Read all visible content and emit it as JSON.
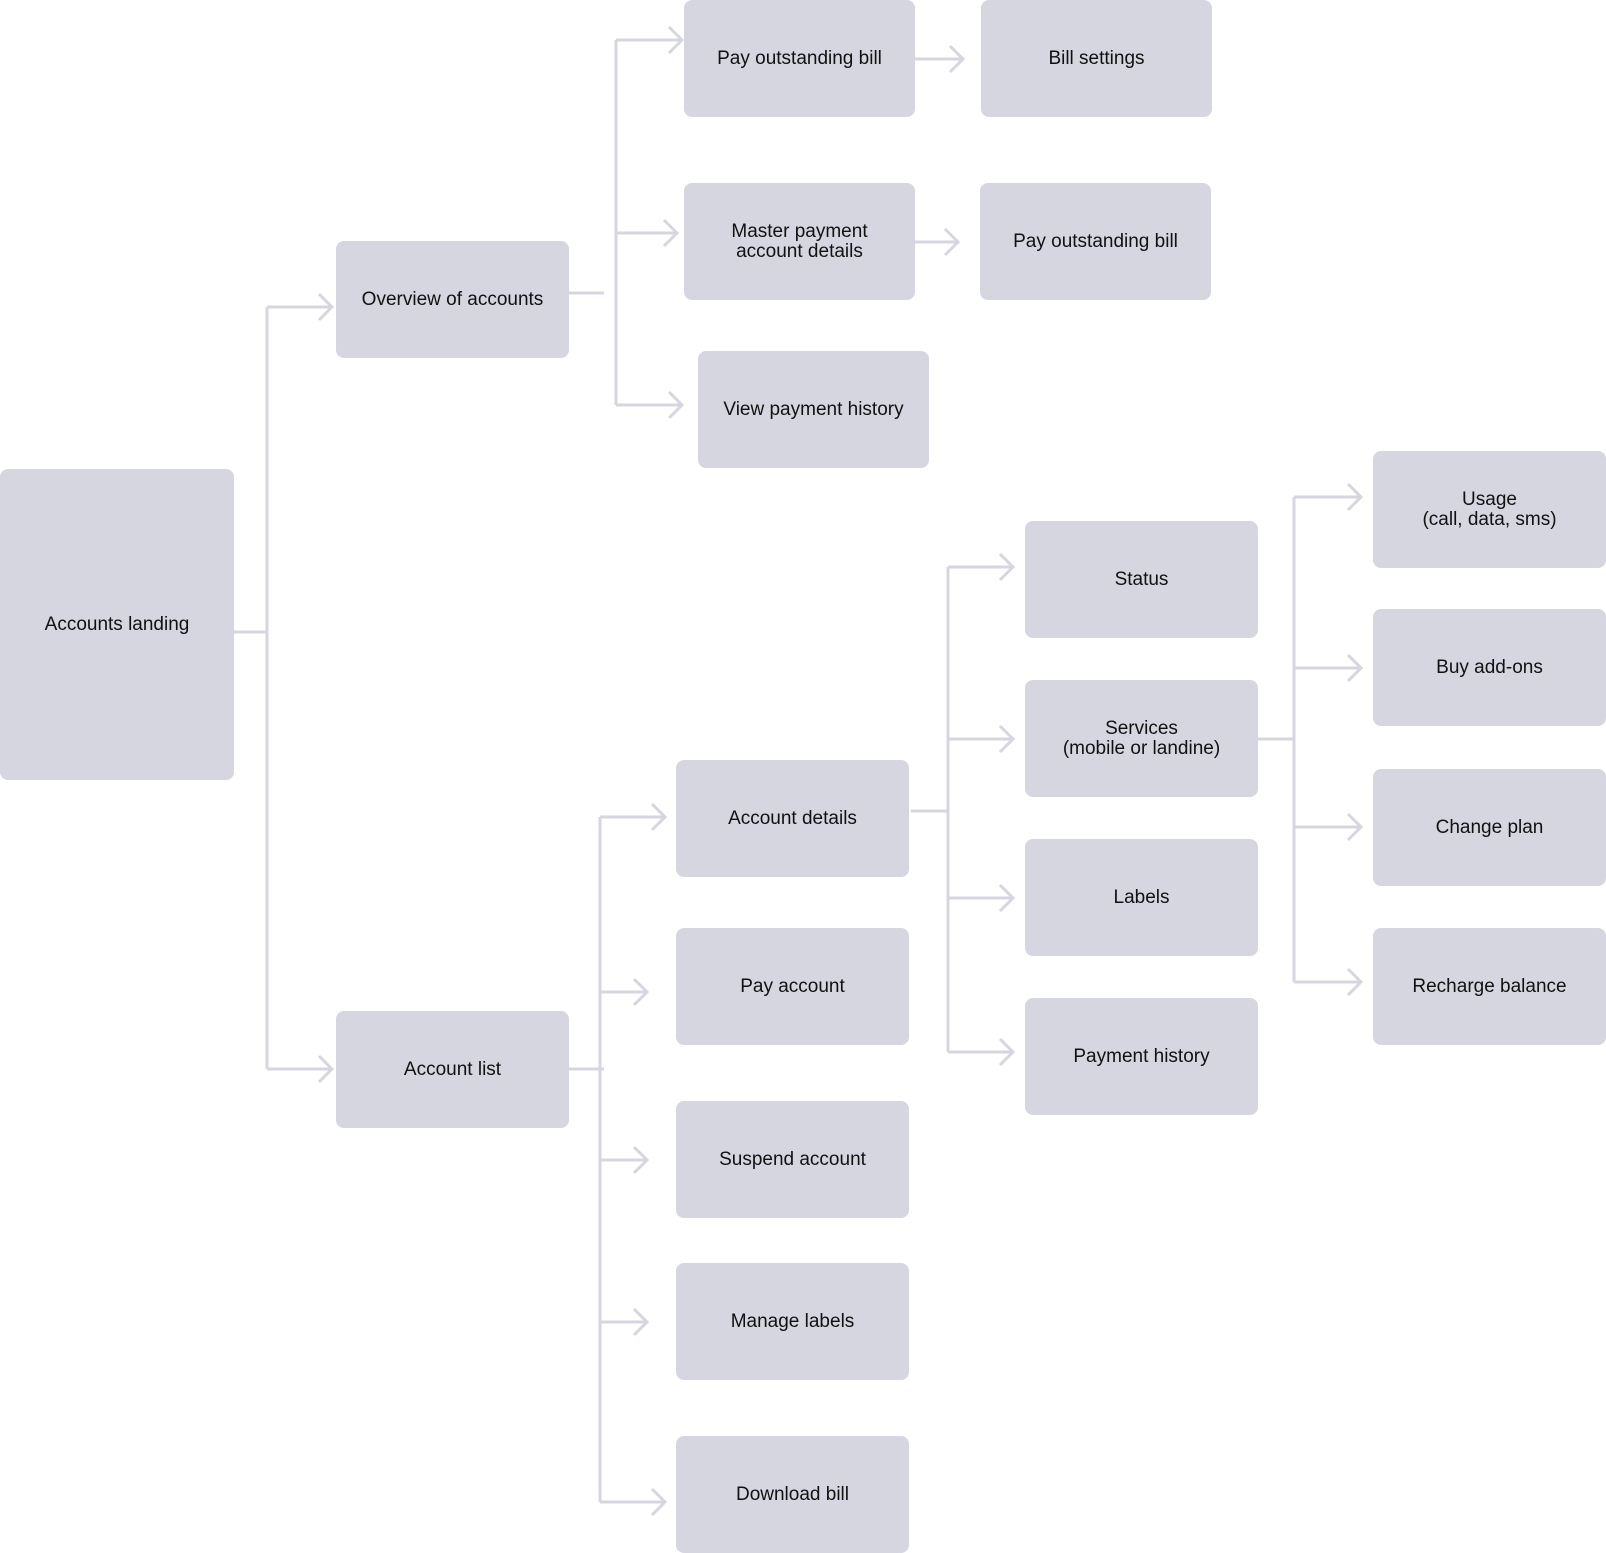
{
  "nodes": {
    "accounts_landing": "Accounts landing",
    "overview_of_accounts": "Overview of accounts",
    "account_list": "Account list",
    "pay_outstanding_bill_1": "Pay outstanding bill",
    "bill_settings": "Bill settings",
    "master_payment_account_details": "Master payment\naccount details",
    "pay_outstanding_bill_2": "Pay outstanding bill",
    "view_payment_history": "View payment history",
    "account_details": "Account details",
    "pay_account": "Pay account",
    "suspend_account": "Suspend account",
    "manage_labels": "Manage labels",
    "download_bill": "Download bill",
    "status": "Status",
    "services": "Services\n(mobile or landine)",
    "labels": "Labels",
    "payment_history": "Payment history",
    "usage": "Usage\n(call, data, sms)",
    "buy_add_ons": "Buy add-ons",
    "change_plan": "Change plan",
    "recharge_balance": "Recharge balance"
  },
  "colors": {
    "node_fill": "#d6d6e0",
    "connector": "#d6d6e0",
    "text": "#111111",
    "background": "#ffffff"
  }
}
